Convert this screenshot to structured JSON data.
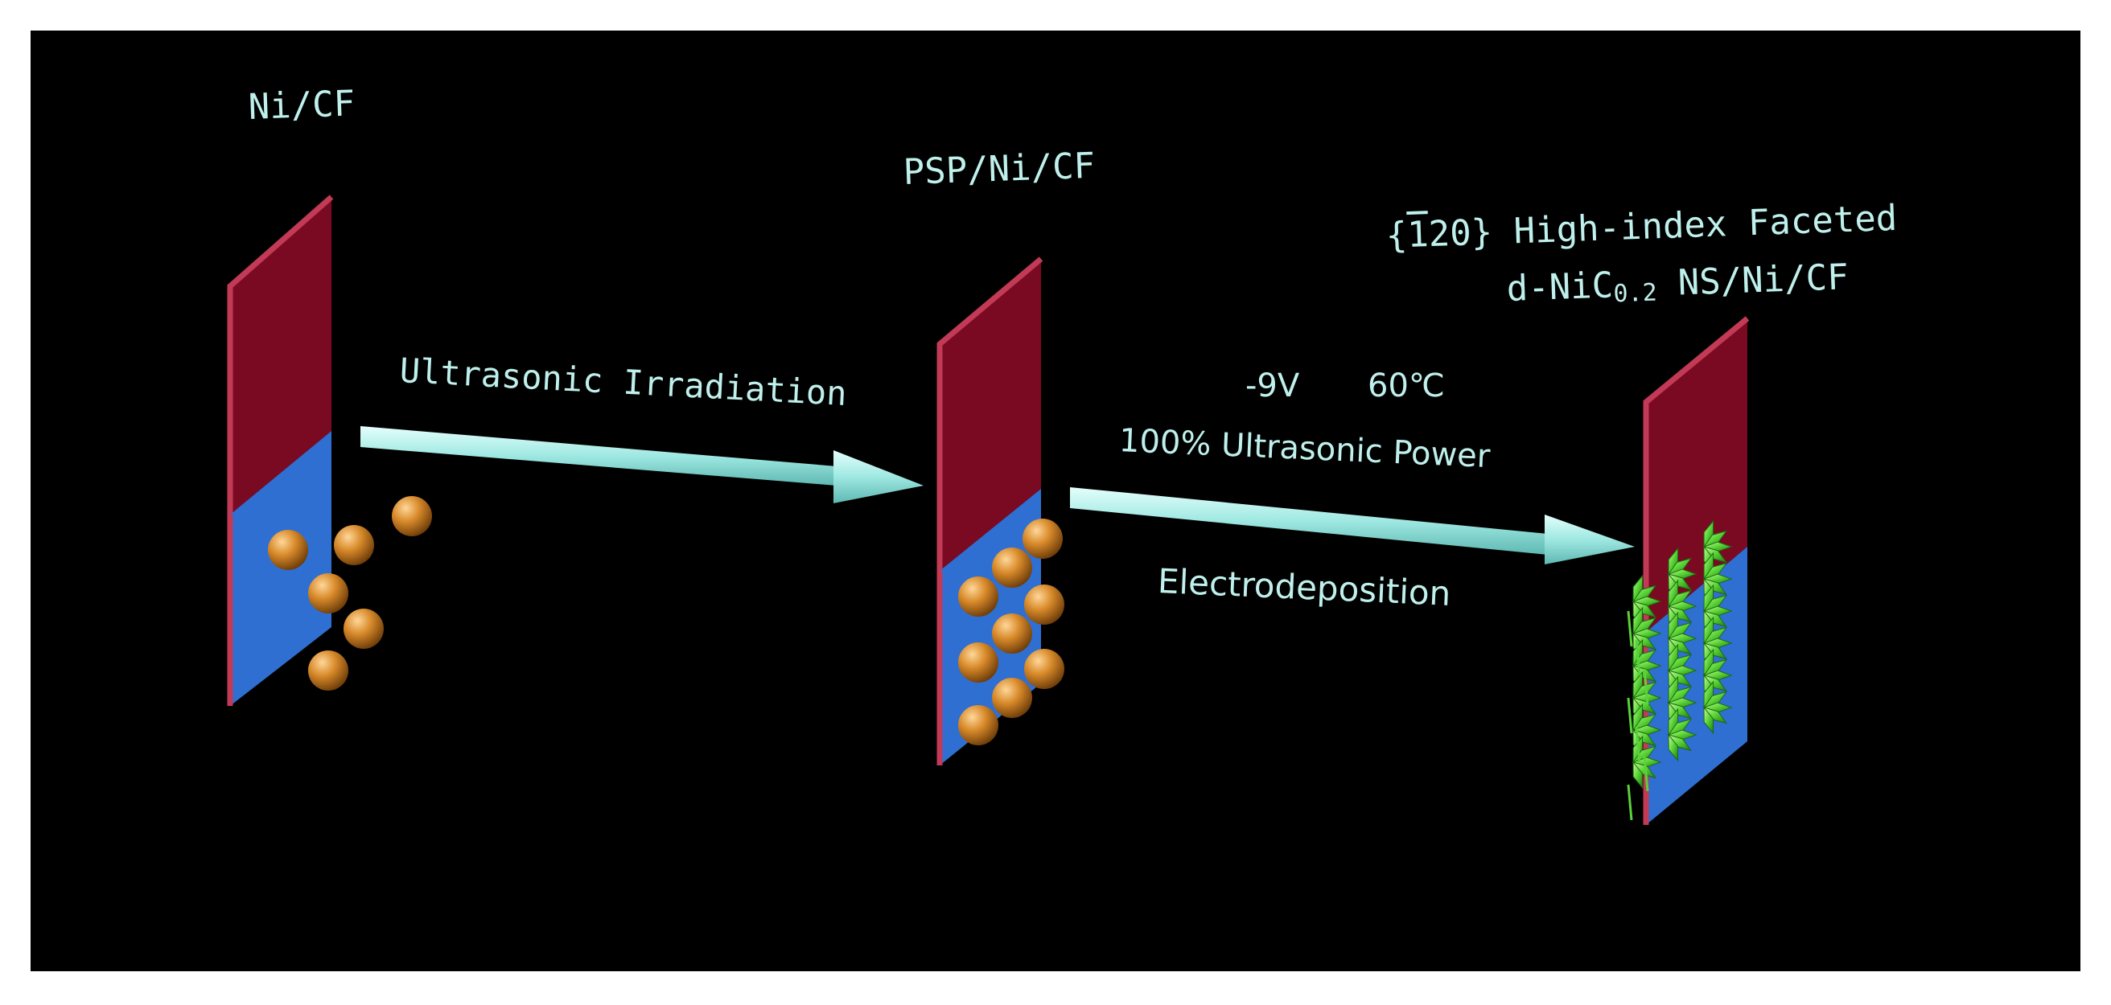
{
  "labels": {
    "stage1": "Ni/CF",
    "stage2": "PSP/Ni/CF",
    "stage3_line1_brace_open": "{",
    "stage3_line1_bar": "1",
    "stage3_line1_rest": "20} High-index Faceted",
    "stage3_line2_prefix": "d-NiC",
    "stage3_line2_sub": "0.2",
    "stage3_line2_suffix": " NS/Ni/CF",
    "arrow1": "Ultrasonic Irradiation",
    "voltage": "-9V",
    "temperature": "60℃",
    "power": "100% Ultrasonic Power",
    "arrow2": "Electrodeposition"
  },
  "colors": {
    "background": "#000000",
    "plate_red": "#7a0a22",
    "plate_red_edge": "#c23a55",
    "plate_blue": "#2f6fd1",
    "sphere": "#c97a1e",
    "arrow": "#9fe8e2",
    "text": "#bff0ec",
    "nanosheet": "#5bd13a"
  }
}
